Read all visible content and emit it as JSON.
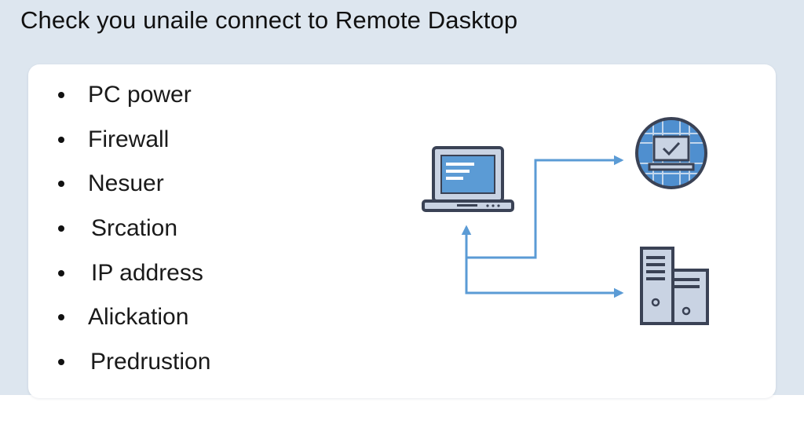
{
  "header": {
    "title": "Check you unaile connect to Remote Dasktop"
  },
  "checklist": {
    "items": [
      {
        "label": "PC power"
      },
      {
        "label": "Firewall"
      },
      {
        "label": "Nesuer"
      },
      {
        "label": "Srcation"
      },
      {
        "label": "IP address"
      },
      {
        "label": "Alickation"
      },
      {
        "label": "Predrustion"
      }
    ]
  },
  "diagram": {
    "nodes": [
      {
        "icon": "laptop-icon"
      },
      {
        "icon": "verified-remote-screen-icon"
      },
      {
        "icon": "server-tower-icon"
      }
    ]
  },
  "colors": {
    "background_band": "#dde6ef",
    "card": "#ffffff",
    "text": "#111111",
    "icon_outline": "#3a4255",
    "icon_fill": "#c9d3e3",
    "screen_blue": "#5b9bd5",
    "arrow_blue": "#5b9bd5",
    "globe_fill": "#4f8fcf"
  }
}
